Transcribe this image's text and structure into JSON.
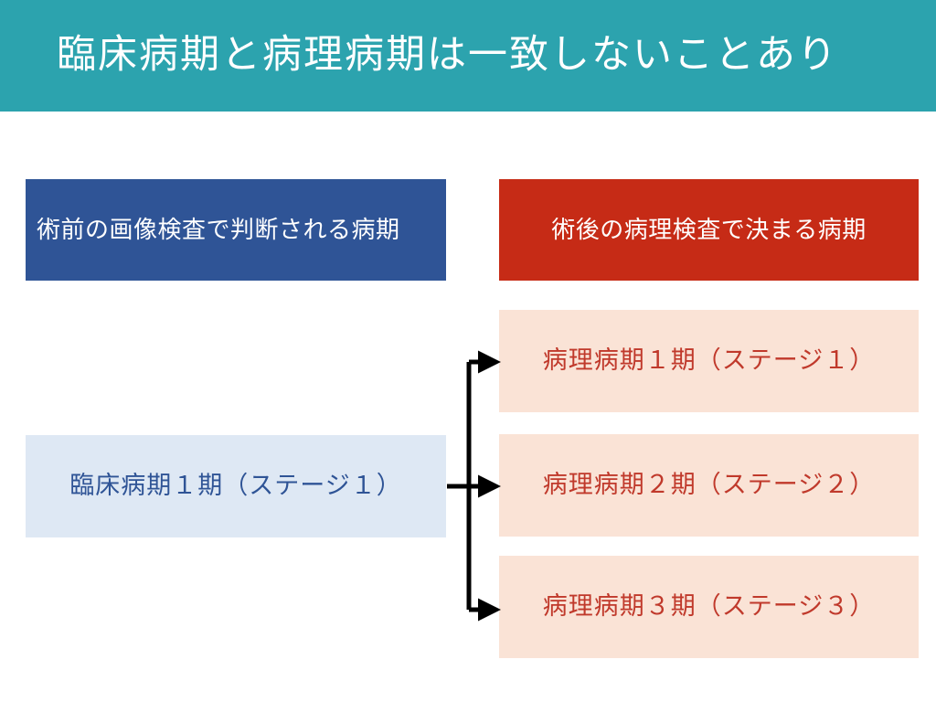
{
  "slide": {
    "title": "臨床病期と病理病期は一致しないことあり",
    "title_bg_color": "#2CA3AE",
    "title_text_color": "#FFFFFF",
    "background_color": "#FFFFFF"
  },
  "columns": {
    "clinical": {
      "header": {
        "label": "術前の画像検査で判断される病期",
        "bg_color": "#2F5496",
        "text_color": "#FFFFFF"
      },
      "stage": {
        "label": "臨床病期１期（ステージ１）",
        "bg_color": "#DEE8F4",
        "text_color": "#2F5496"
      }
    },
    "pathologic": {
      "header": {
        "label": "術後の病理検査で決まる病期",
        "bg_color": "#C62B16",
        "text_color": "#FFFFFF"
      },
      "stages": [
        {
          "label": "病理病期１期（ステージ１）",
          "bg_color": "#FAE3D6",
          "text_color": "#C0392B"
        },
        {
          "label": "病理病期２期（ステージ２）",
          "bg_color": "#FAE3D6",
          "text_color": "#C0392B"
        },
        {
          "label": "病理病期３期（ステージ３）",
          "bg_color": "#FAE3D6",
          "text_color": "#C0392B"
        }
      ]
    }
  },
  "connectors": {
    "color": "#000000",
    "arrows": [
      {
        "name": "arrow-to-pathologic-stage-1",
        "target": "病理病期１期（ステージ１）"
      },
      {
        "name": "arrow-to-pathologic-stage-2",
        "target": "病理病期２期（ステージ２）"
      },
      {
        "name": "arrow-to-pathologic-stage-3",
        "target": "病理病期３期（ステージ３）"
      }
    ]
  }
}
